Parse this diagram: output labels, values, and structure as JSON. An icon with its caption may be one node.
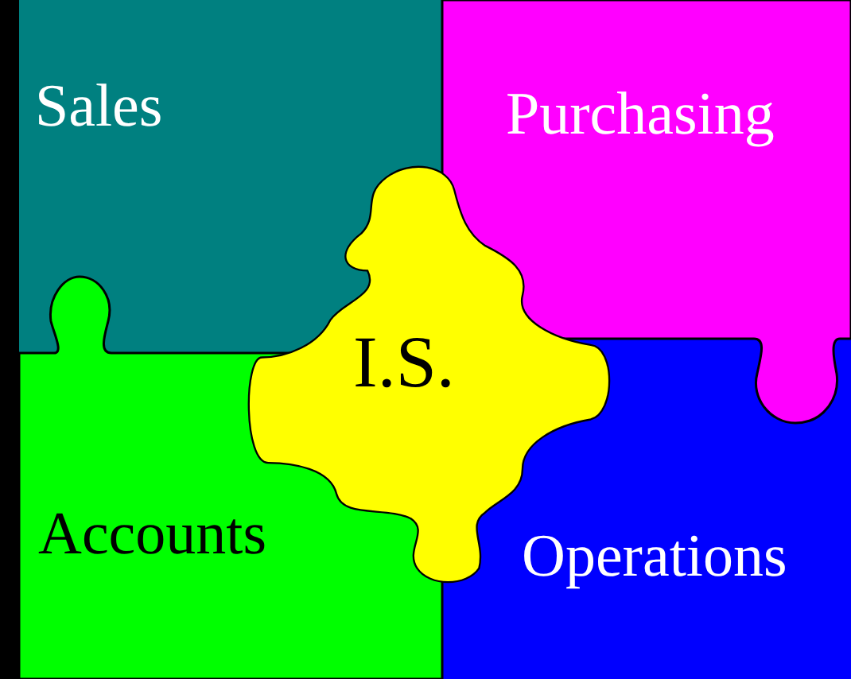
{
  "diagram": {
    "nodes": [
      {
        "text": [
          "Sales"
        ]
      },
      {
        "text": [
          "Purchasing"
        ]
      },
      {
        "text": [
          "I.S."
        ]
      },
      {
        "text": [
          "Accounts"
        ]
      },
      {
        "text": [
          "Operations"
        ]
      }
    ],
    "edges": []
  }
}
